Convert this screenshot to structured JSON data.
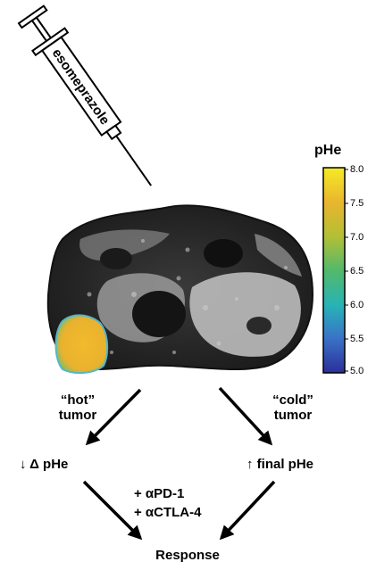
{
  "syringe": {
    "label": "esomeprazole"
  },
  "colorbar": {
    "title": "pHe",
    "ticks": [
      "8.0",
      "7.5",
      "7.0",
      "6.5",
      "6.0",
      "5.5",
      "5.0"
    ],
    "colors": [
      "#2b2f9a",
      "#3a73c8",
      "#27b3b6",
      "#53b96a",
      "#b5bf35",
      "#e8b52e",
      "#f6ea25"
    ]
  },
  "left_branch": {
    "line1": "“hot”",
    "line2": "tumor",
    "result": "↓ Δ pHe"
  },
  "right_branch": {
    "line1": "“cold”",
    "line2": "tumor",
    "result": "↑ final pHe"
  },
  "therapy": {
    "line1": "+ αPD-1",
    "line2": "+ αCTLA-4"
  },
  "outcome": "Response"
}
